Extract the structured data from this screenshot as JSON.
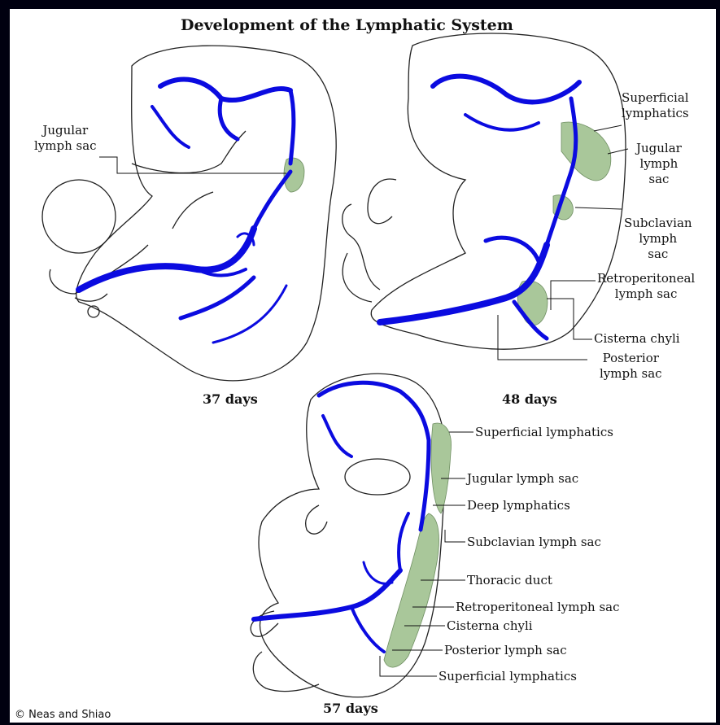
{
  "title": "Development of the Lymphatic System",
  "credit": "© Neas and Shiao",
  "stages": {
    "d37": "37 days",
    "d48": "48 days",
    "d57": "57 days"
  },
  "labels37": {
    "jugular_lymph_sac": [
      "Jugular",
      "lymph sac"
    ]
  },
  "labels48": {
    "superficial_lymphatics": [
      "Superficial",
      "lymphatics"
    ],
    "jugular_lymph_sac": [
      "Jugular",
      "lymph",
      "sac"
    ],
    "subclavian_lymph_sac": [
      "Subclavian",
      "lymph",
      "sac"
    ],
    "retroperitoneal_lymph_sac": [
      "Retroperitoneal",
      "lymph sac"
    ],
    "cisterna_chyli": "Cisterna chyli",
    "posterior_lymph_sac": [
      "Posterior",
      "lymph sac"
    ]
  },
  "labels57": {
    "superficial_lymphatics": "Superficial lymphatics",
    "jugular_lymph_sac": "Jugular lymph sac",
    "deep_lymphatics": "Deep lymphatics",
    "subclavian_lymph_sac": "Subclavian lymph sac",
    "thoracic_duct": "Thoracic duct",
    "retroperitoneal_lymph_sac": "Retroperitoneal lymph sac",
    "cisterna_chyli": "Cisterna chyli",
    "posterior_lymph_sac": "Posterior lymph sac",
    "superficial_lymphatics_lower": "Superficial lymphatics"
  },
  "colors": {
    "vessel": "#0b0be0",
    "lymph": "#a9c79a",
    "outline": "#222222",
    "frame": "#000010"
  }
}
